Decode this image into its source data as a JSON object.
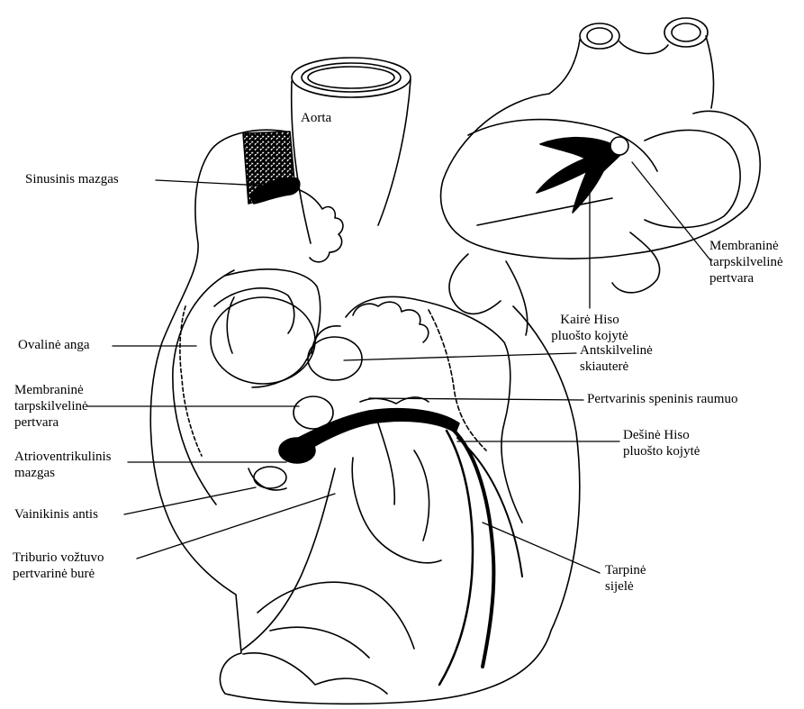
{
  "labels": {
    "aorta": "Aorta",
    "sinus_node": "Sinusinis mazgas",
    "oval_fossa": "Ovalinė anga",
    "membranous_septum_left": [
      "Membraninė",
      "tarpskilvelinė",
      "pertvara"
    ],
    "av_node": [
      "Atrioventrikulinis",
      "mazgas"
    ],
    "coronary_sinus": "Vainikinis antis",
    "tricuspid_septal_leaflet": [
      "Triburio vožtuvo",
      "pertvarinė burė"
    ],
    "left_bundle_branch": [
      "Kairė Hiso",
      "pluošto kojytė"
    ],
    "membranous_septum_right": [
      "Membraninė",
      "tarpskilvelinė",
      "pertvara"
    ],
    "aortic_cusp": [
      "Antskilvelinė",
      "skiauterė"
    ],
    "septal_papillary": "Pertvarinis speninis raumuo",
    "right_bundle_branch": [
      "Dešinė Hiso",
      "pluošto kojytė"
    ],
    "moderator_band": [
      "Tarpinė",
      "sijelė"
    ]
  },
  "colors": {
    "ink": "#000000",
    "paper": "#ffffff"
  }
}
